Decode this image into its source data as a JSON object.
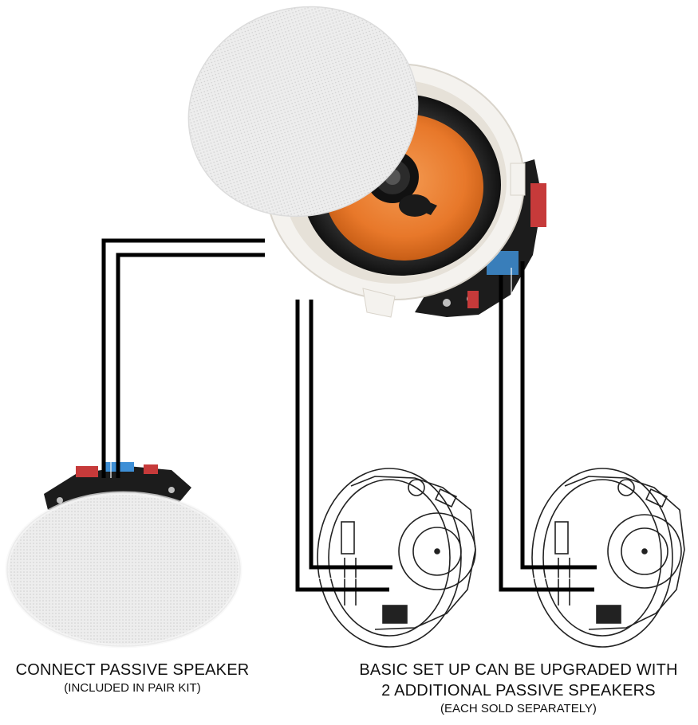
{
  "captions": {
    "left": {
      "title": "CONNECT PASSIVE SPEAKER",
      "note": "(INCLUDED IN PAIR KIT)"
    },
    "right": {
      "line1": "BASIC SET UP CAN BE UPGRADED WITH",
      "line2": "2 ADDITIONAL PASSIVE SPEAKERS",
      "note": "(EACH SOLD SEPARATELY)"
    }
  },
  "colors": {
    "woofer_cone": "#e8782a",
    "grille": "#ececec",
    "wire": "#000000",
    "frame": "#f4f2ee"
  },
  "icons": [
    "active-speaker-icon",
    "passive-speaker-icon",
    "speaker-line-drawing-icon"
  ]
}
